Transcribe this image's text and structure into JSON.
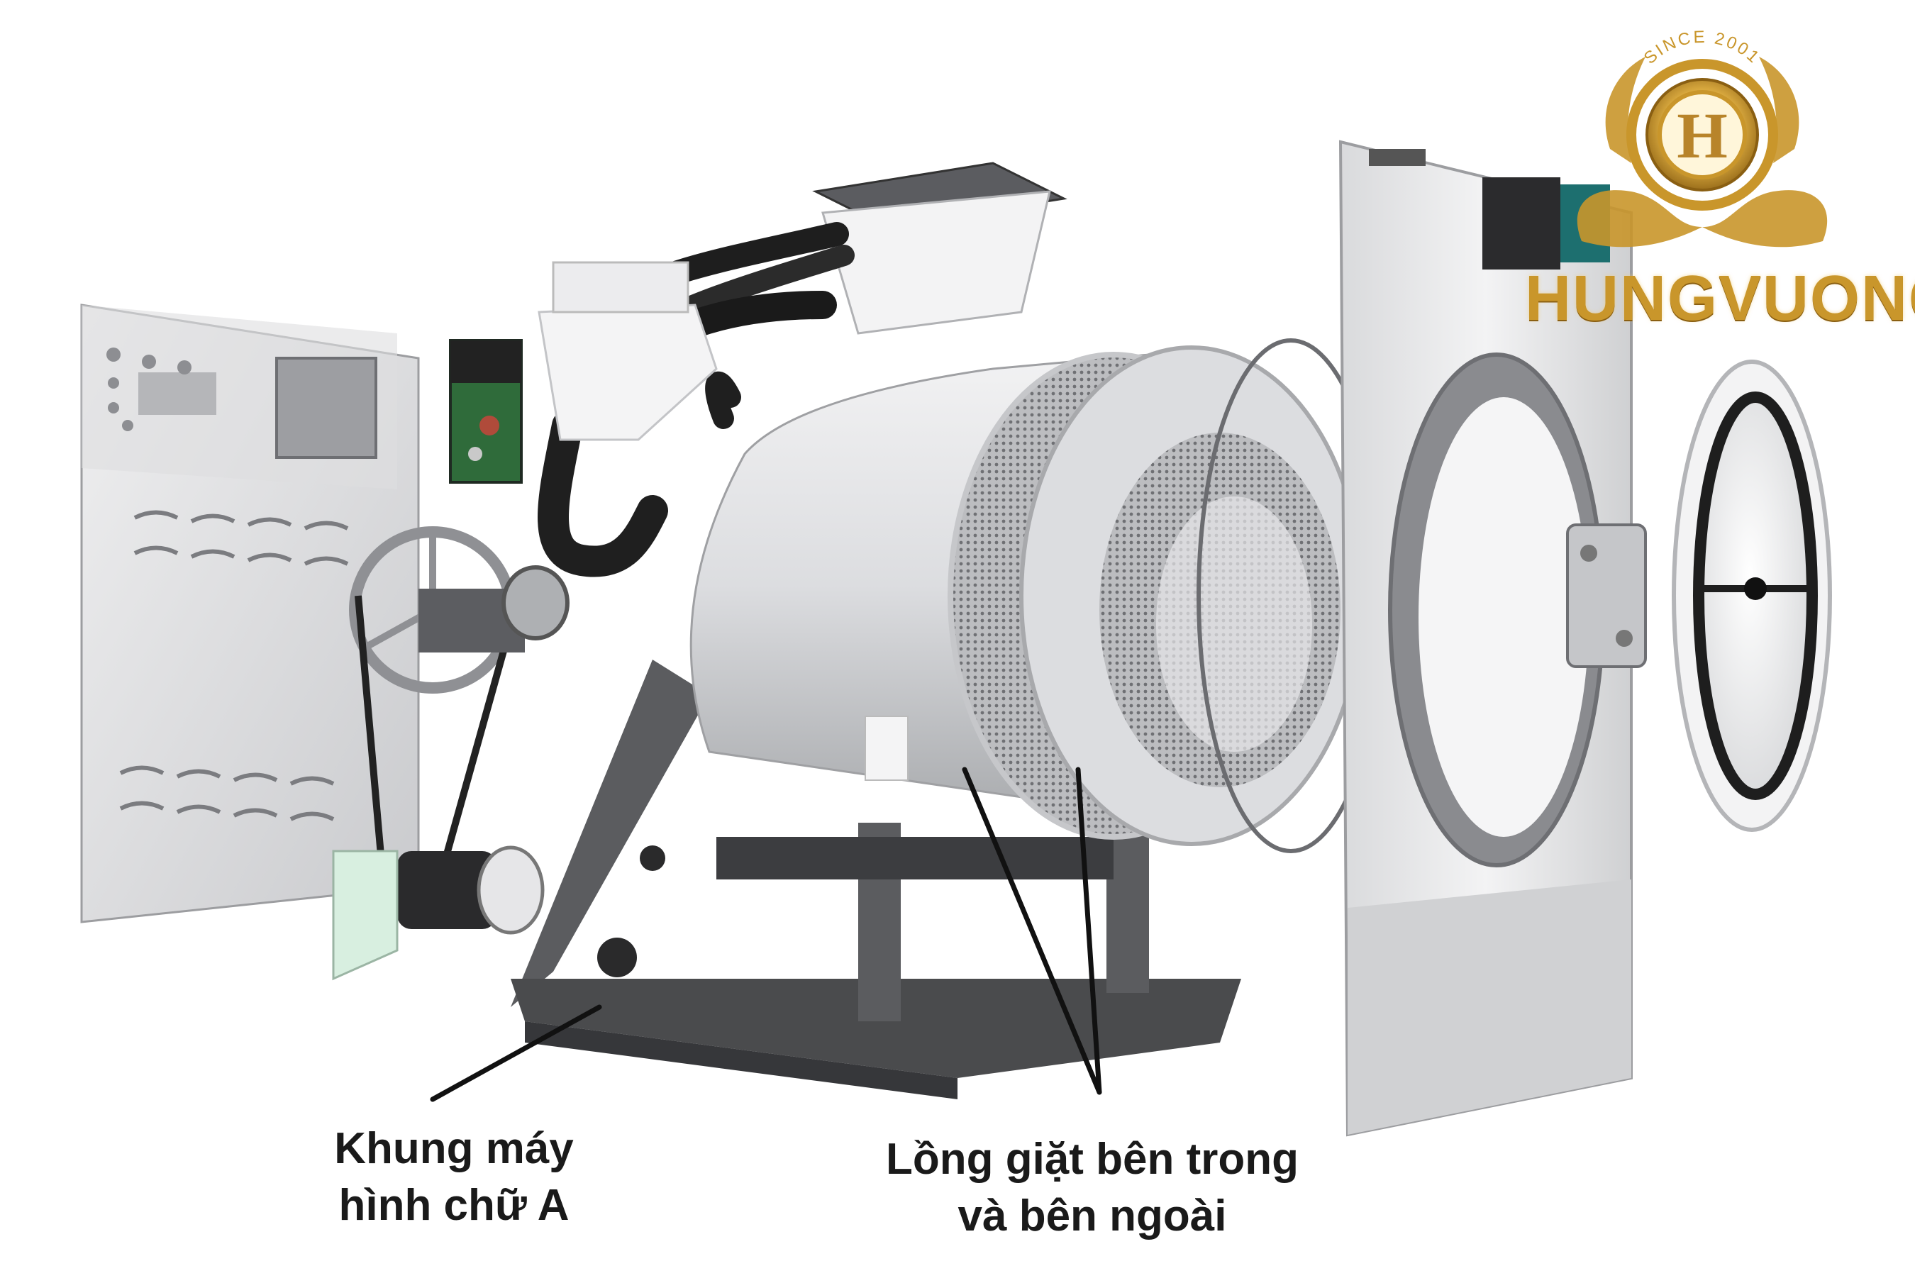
{
  "labels": {
    "frame_line1": "Khung máy",
    "frame_line2": "hình chữ A",
    "drum_line1": "Lồng giặt bên trong",
    "drum_line2": "và bên ngoài"
  },
  "logo": {
    "since": "SINCE 2001",
    "monogram": "H",
    "brand": "HUNGVUONG",
    "gold": "#c9962b",
    "gold_light": "#f2d27a",
    "gold_dark": "#8a5f12"
  },
  "colors": {
    "metal_light": "#e9e9ea",
    "metal_mid": "#c4c5c7",
    "frame_dark": "#4a4b4d",
    "hose_black": "#1e1e1e"
  }
}
